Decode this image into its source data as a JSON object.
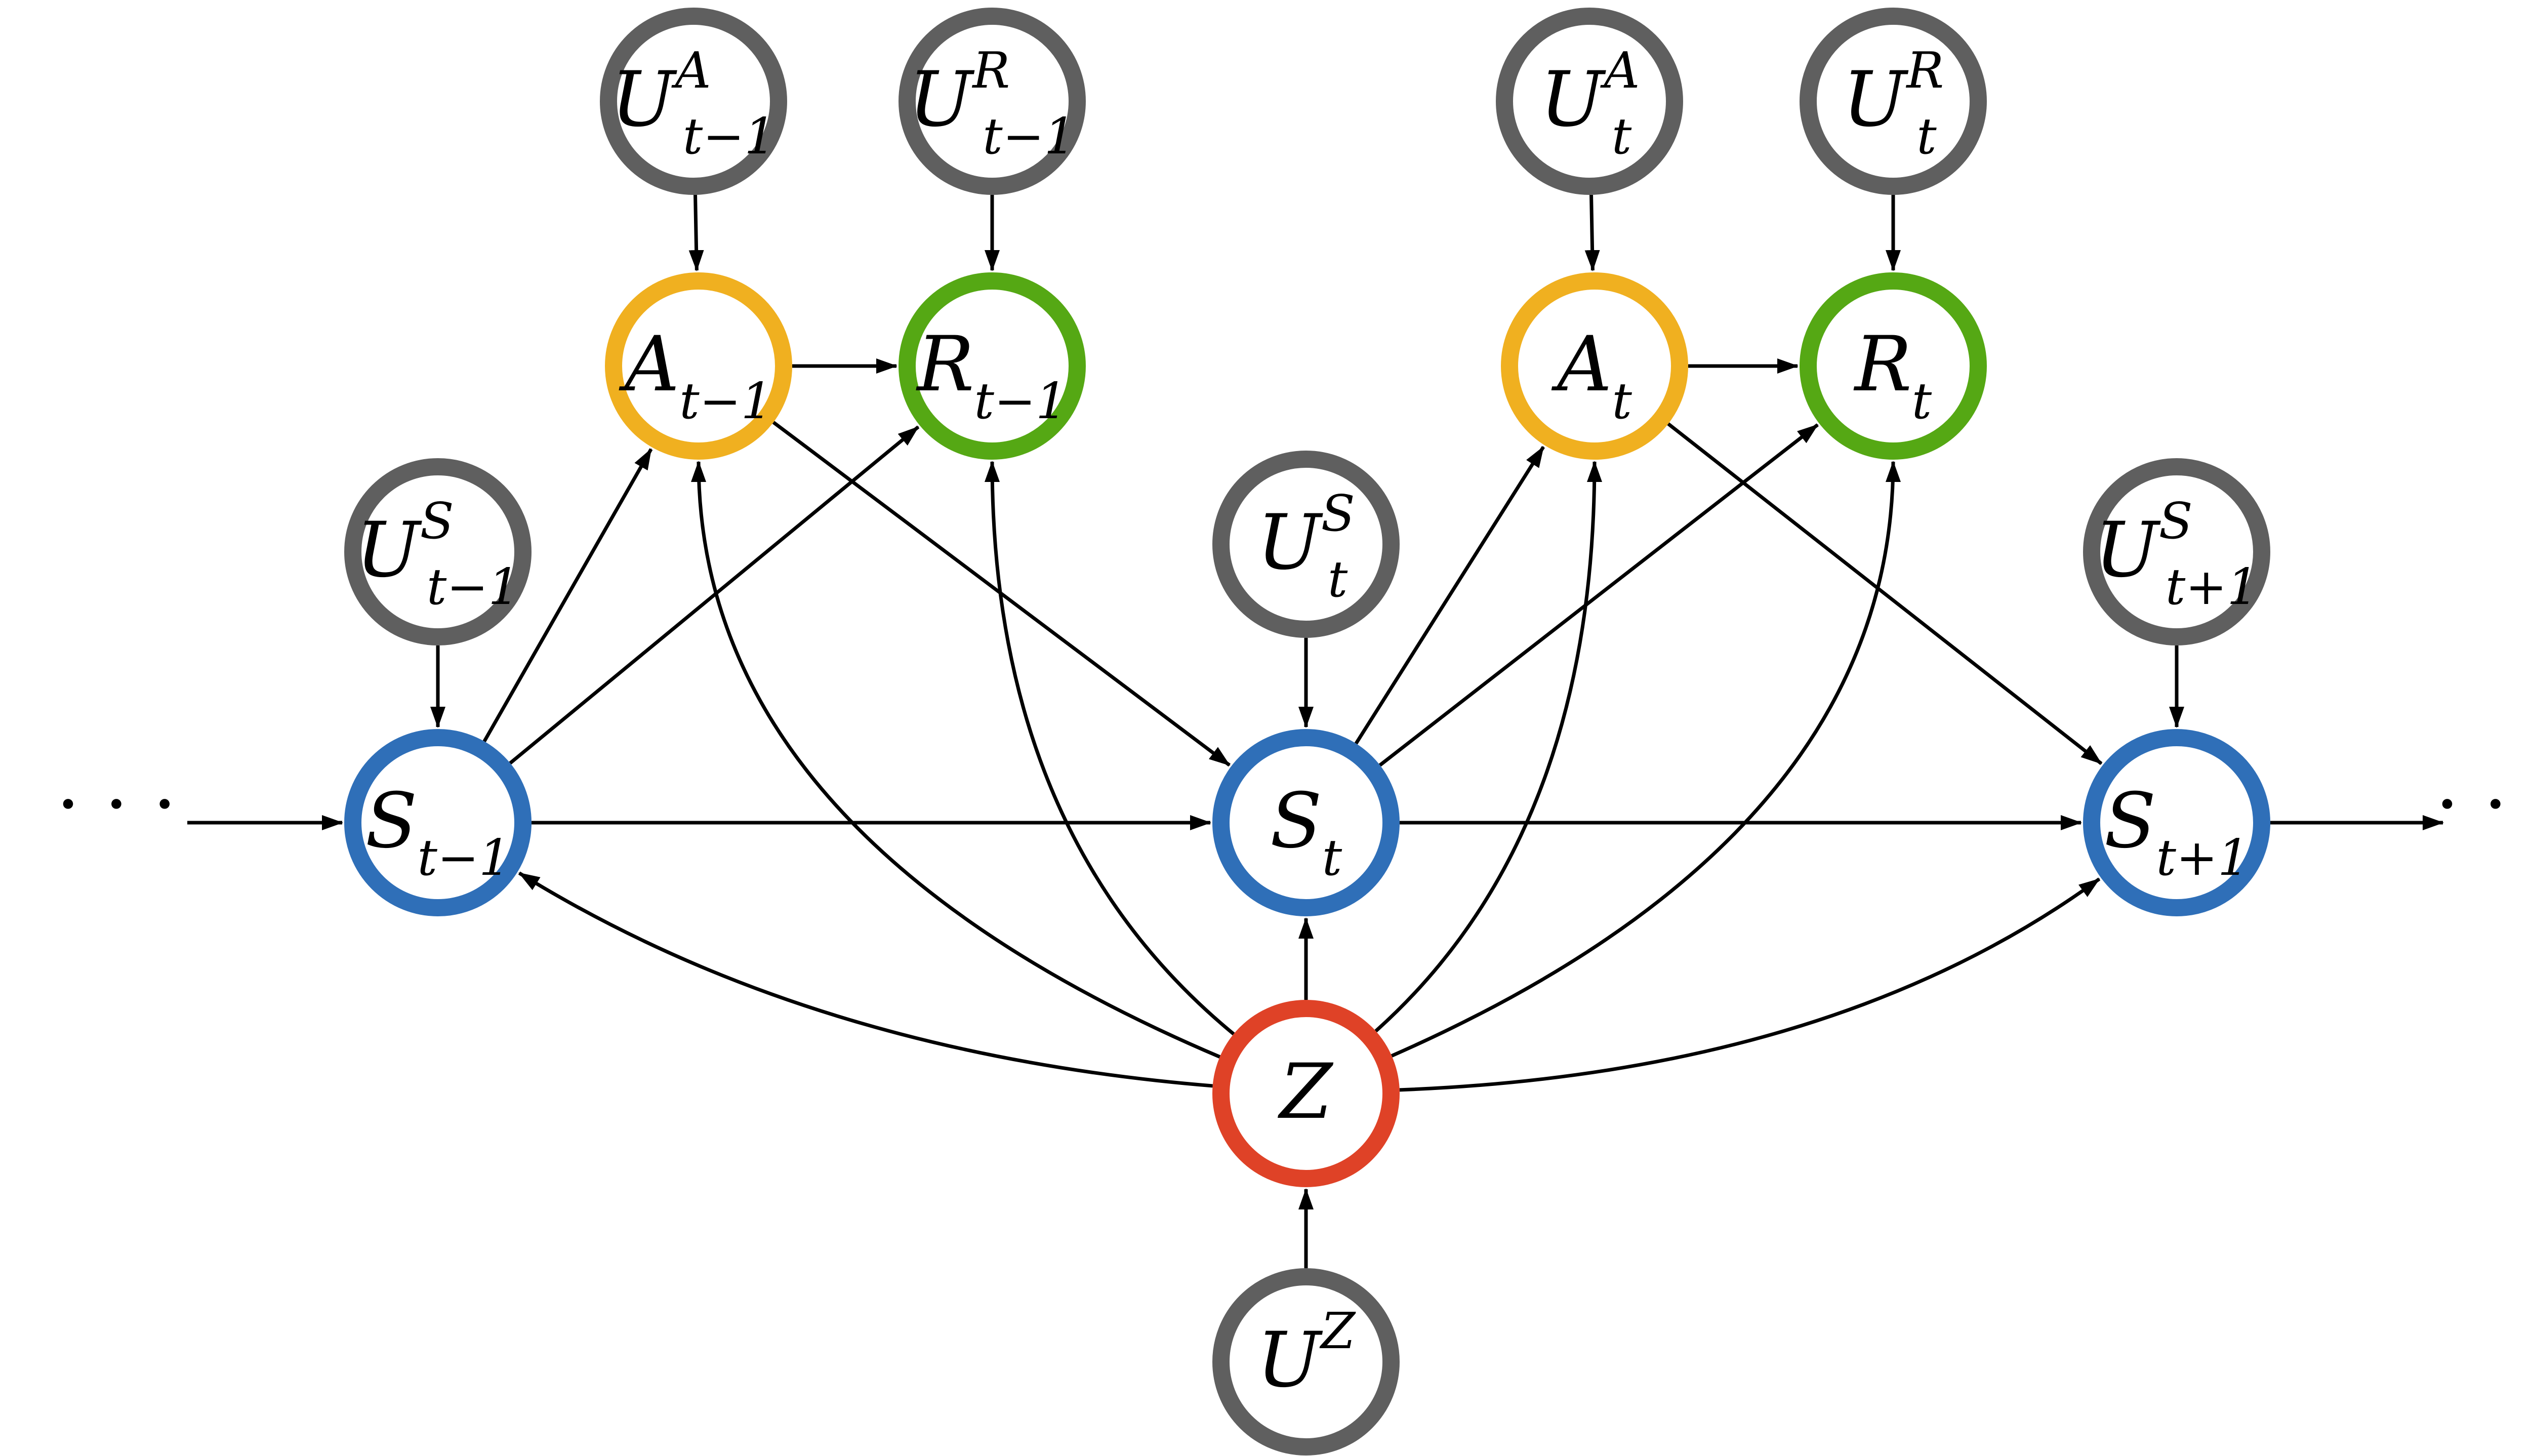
{
  "colors": {
    "noise": "#5f5f5f",
    "action": "#f0b020",
    "reward": "#55a814",
    "state": "#2f6fb8",
    "confounder": "#df4227",
    "edge": "#000000"
  },
  "continuation": {
    "left": "· · ·",
    "right": "· · ·"
  },
  "nodes": {
    "UA_tm1": {
      "base": "U",
      "sup": "A",
      "sub": "t−1",
      "type": "noise"
    },
    "UR_tm1": {
      "base": "U",
      "sup": "R",
      "sub": "t−1",
      "type": "noise"
    },
    "UA_t": {
      "base": "U",
      "sup": "A",
      "sub": "t",
      "type": "noise"
    },
    "UR_t": {
      "base": "U",
      "sup": "R",
      "sub": "t",
      "type": "noise"
    },
    "A_tm1": {
      "base": "A",
      "sup": "",
      "sub": "t−1",
      "type": "action"
    },
    "R_tm1": {
      "base": "R",
      "sup": "",
      "sub": "t−1",
      "type": "reward"
    },
    "A_t": {
      "base": "A",
      "sup": "",
      "sub": "t",
      "type": "action"
    },
    "R_t": {
      "base": "R",
      "sup": "",
      "sub": "t",
      "type": "reward"
    },
    "US_tm1": {
      "base": "U",
      "sup": "S",
      "sub": "t−1",
      "type": "noise"
    },
    "US_t": {
      "base": "U",
      "sup": "S",
      "sub": "t",
      "type": "noise"
    },
    "US_tp1": {
      "base": "U",
      "sup": "S",
      "sub": "t+1",
      "type": "noise"
    },
    "S_tm1": {
      "base": "S",
      "sup": "",
      "sub": "t−1",
      "type": "state"
    },
    "S_t": {
      "base": "S",
      "sup": "",
      "sub": "t",
      "type": "state"
    },
    "S_tp1": {
      "base": "S",
      "sup": "",
      "sub": "t+1",
      "type": "state"
    },
    "Z": {
      "base": "Z",
      "sup": "",
      "sub": "",
      "type": "confounder"
    },
    "UZ": {
      "base": "U",
      "sup": "Z",
      "sub": "",
      "type": "noise"
    }
  },
  "edges": [
    [
      "UA_tm1",
      "A_tm1"
    ],
    [
      "UR_tm1",
      "R_tm1"
    ],
    [
      "UA_t",
      "A_t"
    ],
    [
      "UR_t",
      "R_t"
    ],
    [
      "A_tm1",
      "R_tm1"
    ],
    [
      "A_t",
      "R_t"
    ],
    [
      "US_tm1",
      "S_tm1"
    ],
    [
      "US_t",
      "S_t"
    ],
    [
      "US_tp1",
      "S_tp1"
    ],
    [
      "S_tm1",
      "A_tm1"
    ],
    [
      "S_tm1",
      "R_tm1"
    ],
    [
      "A_tm1",
      "S_t"
    ],
    [
      "S_t",
      "A_t"
    ],
    [
      "S_t",
      "R_t"
    ],
    [
      "A_t",
      "S_tp1"
    ],
    [
      "S_tm1",
      "S_t"
    ],
    [
      "S_t",
      "S_tp1"
    ],
    [
      "Z",
      "S_t"
    ],
    [
      "Z",
      "S_tm1"
    ],
    [
      "Z",
      "S_tp1"
    ],
    [
      "Z",
      "A_tm1"
    ],
    [
      "Z",
      "R_tm1"
    ],
    [
      "Z",
      "A_t"
    ],
    [
      "Z",
      "R_t"
    ],
    [
      "UZ",
      "Z"
    ],
    [
      "left_in",
      "S_tm1"
    ],
    [
      "S_tp1",
      "right_out"
    ]
  ]
}
